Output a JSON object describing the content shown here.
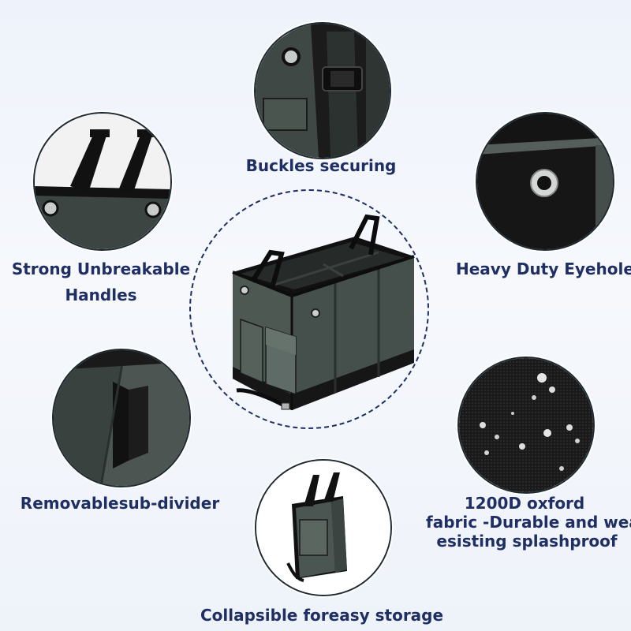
{
  "features": {
    "top": "Buckles securing",
    "left_upper_line1": "Strong Unbreakable",
    "left_upper_line2": "Handles",
    "right_upper": "Heavy Duty Eyeholes",
    "left_lower": "Removablesub-divider",
    "right_lower_line1": "1200D oxford",
    "right_lower_line2": "fabric -Durable and wear",
    "right_lower_line3": "esisting splashproof",
    "bottom": "Collapsible foreasy storage"
  },
  "colors": {
    "label_text": "#1f2f63",
    "fabric_gray": "#4a5550",
    "fabric_black": "#141414",
    "background": "#eef3fb"
  }
}
